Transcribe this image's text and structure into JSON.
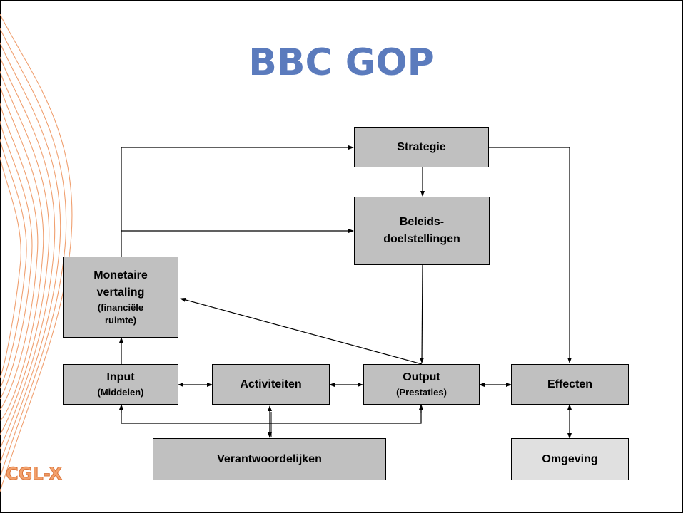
{
  "slide": {
    "title": "BBC GOP",
    "logo_text": "CGL-X"
  },
  "boxes": {
    "strategie": {
      "label": "Strategie"
    },
    "beleidsdoelstellingen": {
      "line1": "Beleids-",
      "line2": "doelstellingen"
    },
    "monetaire_vertaling": {
      "line1": "Monetaire",
      "line2": "vertaling",
      "line3": "(financiële",
      "line4": "ruimte)"
    },
    "input": {
      "label": "Input",
      "sub": "(Middelen)"
    },
    "activiteiten": {
      "label": "Activiteiten"
    },
    "output": {
      "label": "Output",
      "sub": "(Prestaties)"
    },
    "effecten": {
      "label": "Effecten"
    },
    "verantwoordelijken": {
      "label": "Verantwoordelijken"
    },
    "omgeving": {
      "label": "Omgeving"
    }
  },
  "colors": {
    "title": "#5b7bbd",
    "box_fill": "#c0c0c0",
    "box_fill_light": "#e0e0e0",
    "decor_lines": "#f0a070"
  }
}
